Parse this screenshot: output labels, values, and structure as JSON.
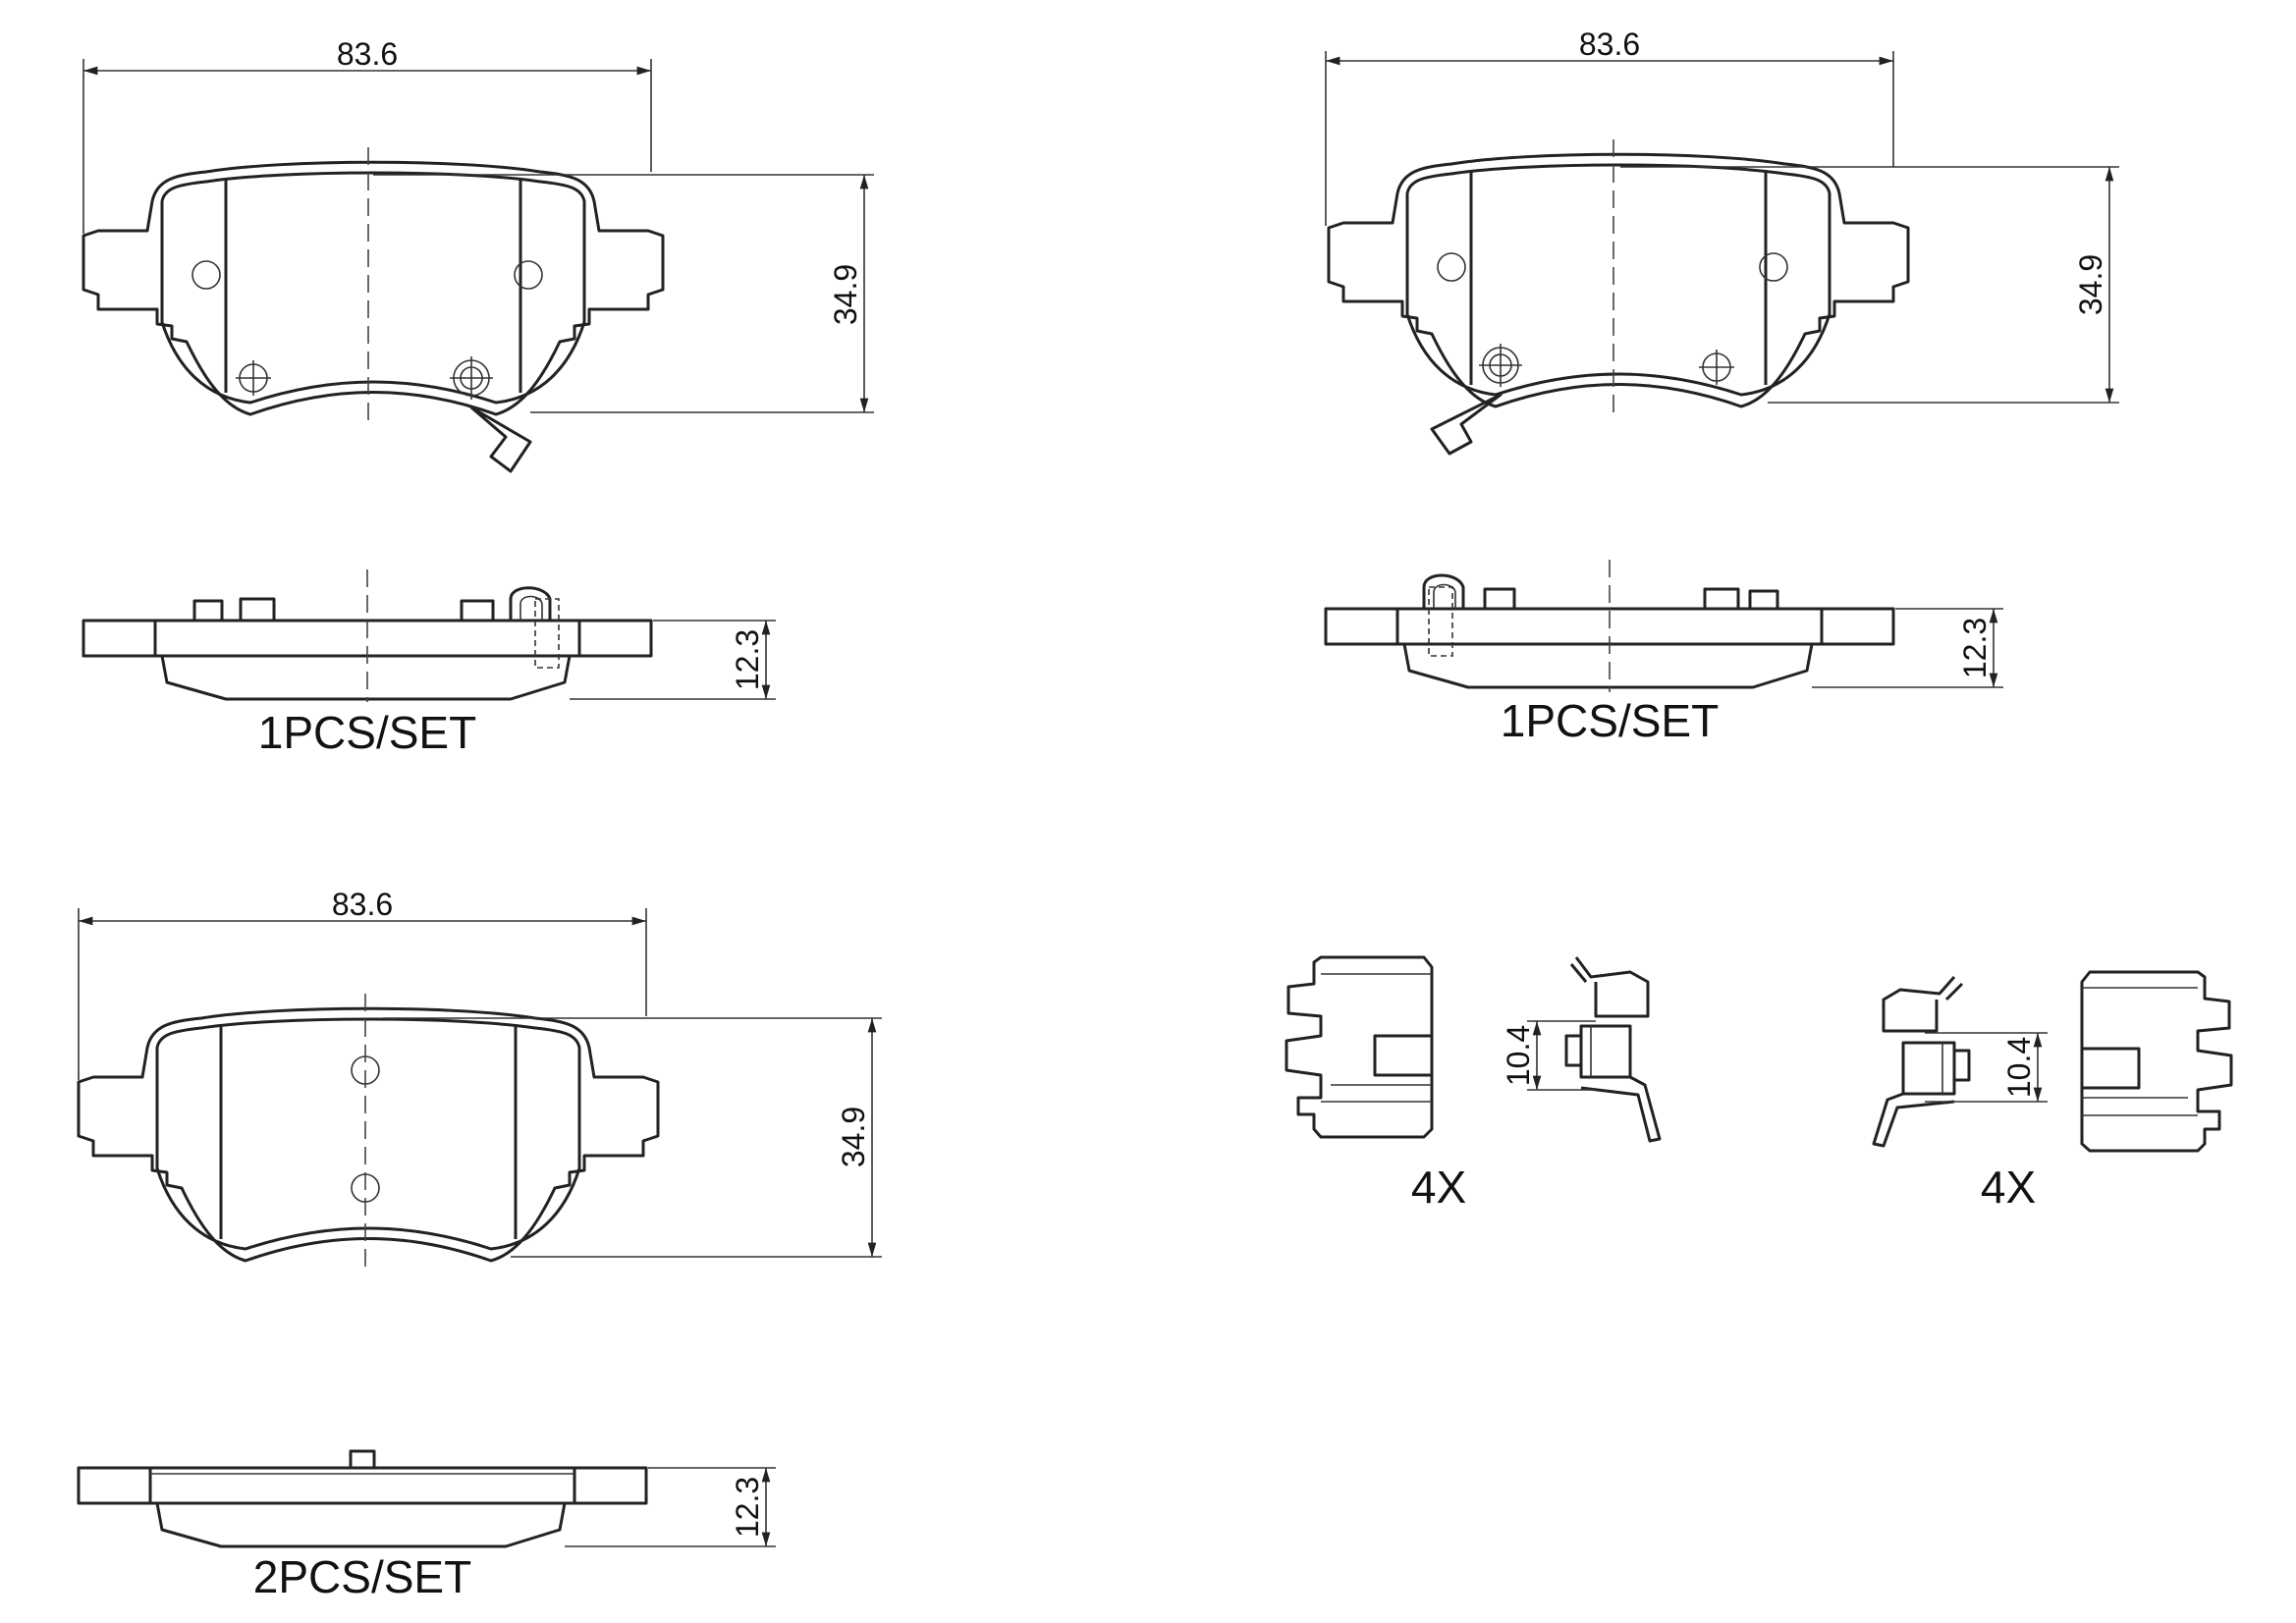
{
  "views": {
    "pad_top_left": {
      "width": "83.6",
      "height": "34.9"
    },
    "side_top_left": {
      "thickness": "12.3",
      "label": "1PCS/SET"
    },
    "pad_top_right": {
      "width": "83.6",
      "height": "34.9"
    },
    "side_top_right": {
      "thickness": "12.3",
      "label": "1PCS/SET"
    },
    "pad_bottom_left": {
      "width": "83.6",
      "height": "34.9"
    },
    "side_bottom_left": {
      "thickness": "12.3",
      "label": "2PCS/SET"
    },
    "clip_left": {
      "dimension": "10.4",
      "quantity": "4X"
    },
    "clip_right": {
      "dimension": "10.4",
      "quantity": "4X"
    }
  },
  "colors": {
    "line": "#222222",
    "background": "#ffffff"
  }
}
